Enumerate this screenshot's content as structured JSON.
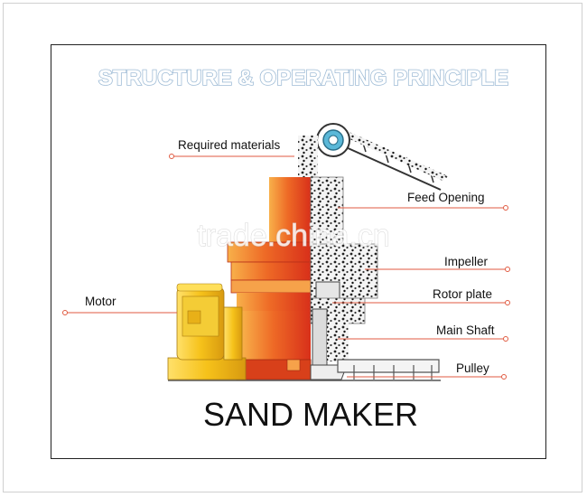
{
  "title": "STRUCTURE & OPERATING PRINCIPLE",
  "caption": "SAND MAKER",
  "watermark": "trade.china.cn",
  "labels": {
    "required_materials": "Required materials",
    "feed_opening": "Feed Opening",
    "motor": "Motor",
    "impeller": "Impeller",
    "rotor_plate": "Rotor plate",
    "main_shaft": "Main Shaft",
    "pulley": "Pulley"
  },
  "colors": {
    "machine_red": "#e8421c",
    "machine_orange": "#f29a2e",
    "motor_yellow": "#f6c21a",
    "leader_line": "#e05a40",
    "title_outline": "#9fbcd6"
  }
}
